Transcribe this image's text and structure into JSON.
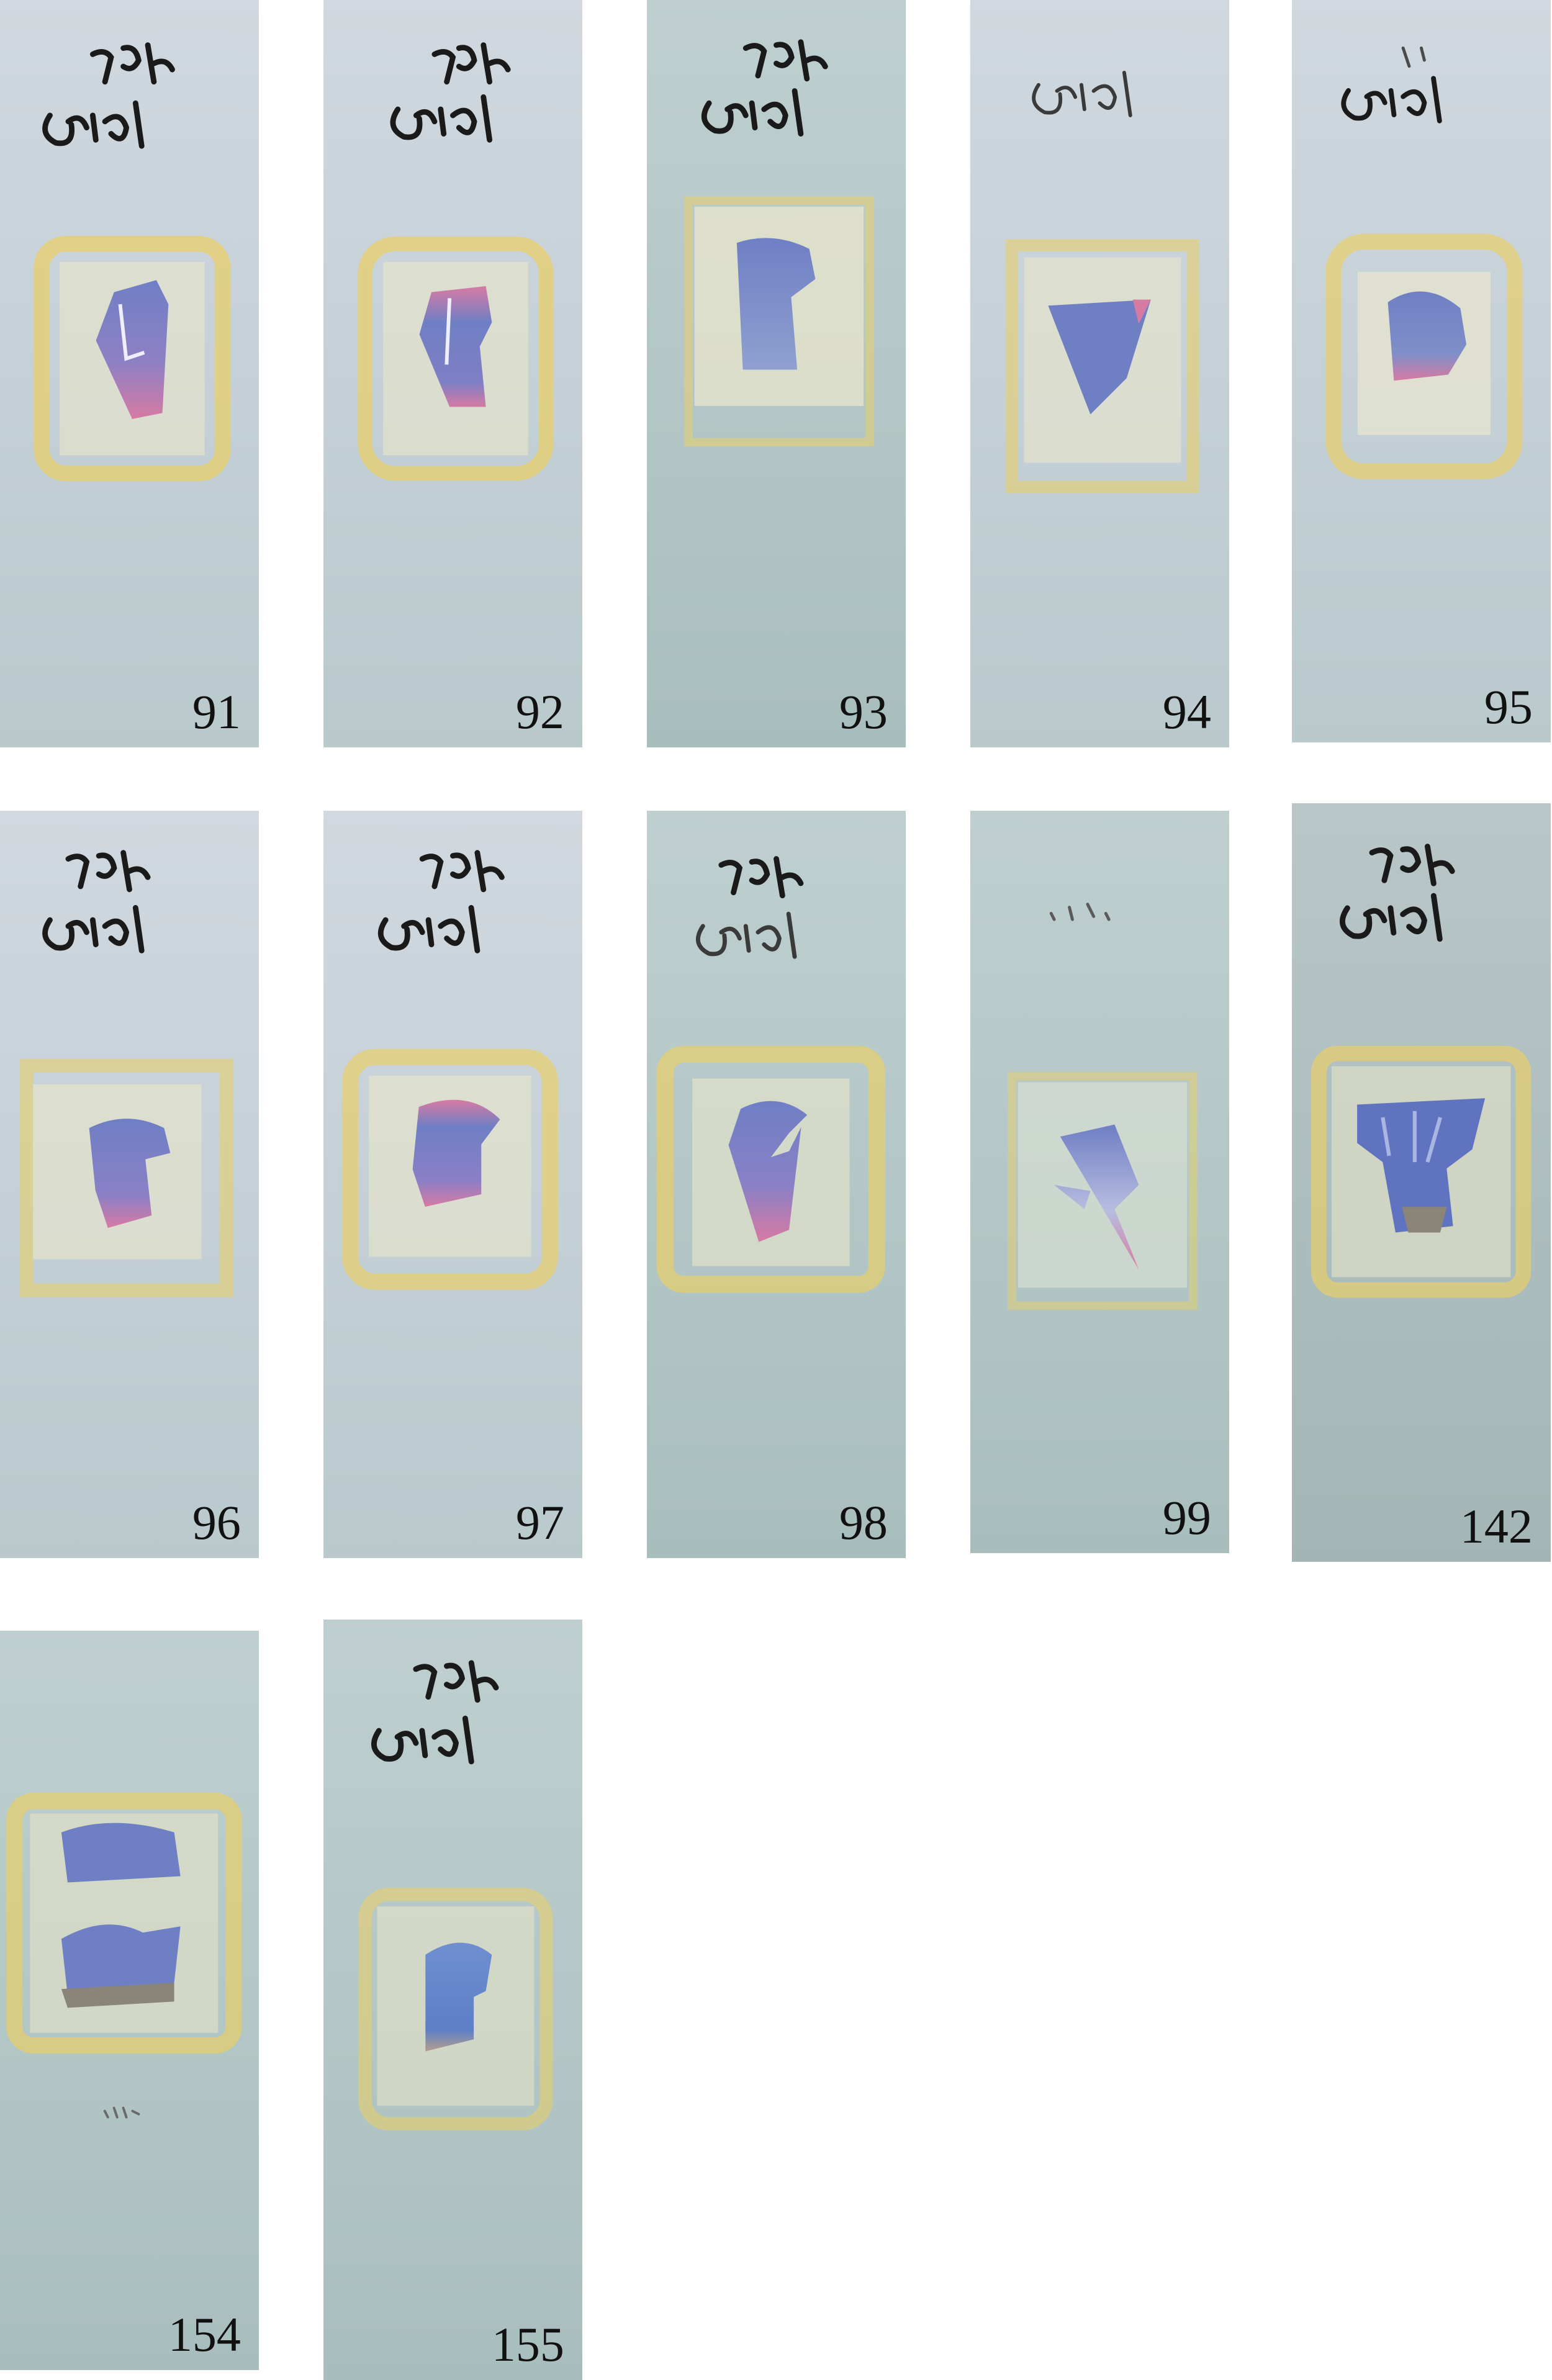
{
  "slides": [
    {
      "number": "91",
      "handwriting": "784 Feigl"
    },
    {
      "number": "92",
      "handwriting": "784 Feigl"
    },
    {
      "number": "93",
      "handwriting": "784 Feigl"
    },
    {
      "number": "94",
      "handwriting": "Feigl"
    },
    {
      "number": "95",
      "handwriting": "Feigl"
    },
    {
      "number": "96",
      "handwriting": "784 Feigl"
    },
    {
      "number": "97",
      "handwriting": "784 Feigl"
    },
    {
      "number": "98",
      "handwriting": "784 Feigl"
    },
    {
      "number": "99",
      "handwriting": ""
    },
    {
      "number": "142",
      "handwriting": "784 Feigl"
    },
    {
      "number": "154",
      "handwriting": ""
    },
    {
      "number": "155",
      "handwriting": "784 Feigl"
    }
  ],
  "colors": {
    "background": "#ffffff",
    "slide_glass": "#c4d0d6",
    "mounting_medium": "#e8cf6a",
    "stain_blue": "#6f7fc4",
    "stain_pink": "#d77aa4",
    "ink": "#1a1a1a",
    "number_text": "#111111"
  }
}
